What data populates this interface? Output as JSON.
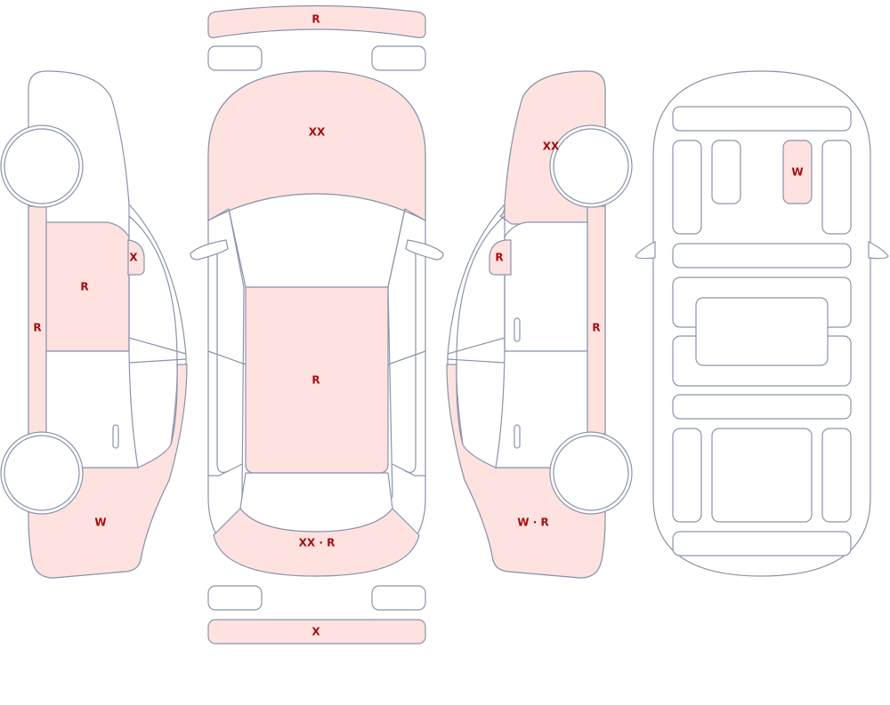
{
  "colors": {
    "outline": "#8a94aa",
    "damaged_fill": "#fde2e0",
    "undamaged_fill": "#ffffff",
    "label": "#a40f0f"
  },
  "labels": {
    "top_bumper": "R",
    "hood": "XX",
    "roof": "R",
    "trunk": "XX · R",
    "rear_bumper": "X",
    "left_pillar": "R",
    "left_front_door": "R",
    "left_mirror": "X",
    "left_rear_quarter": "W",
    "right_front_fender": "XX",
    "right_mirror": "R",
    "right_pillar": "R",
    "right_rear_quarter": "W · R",
    "interior_seat": "W"
  }
}
